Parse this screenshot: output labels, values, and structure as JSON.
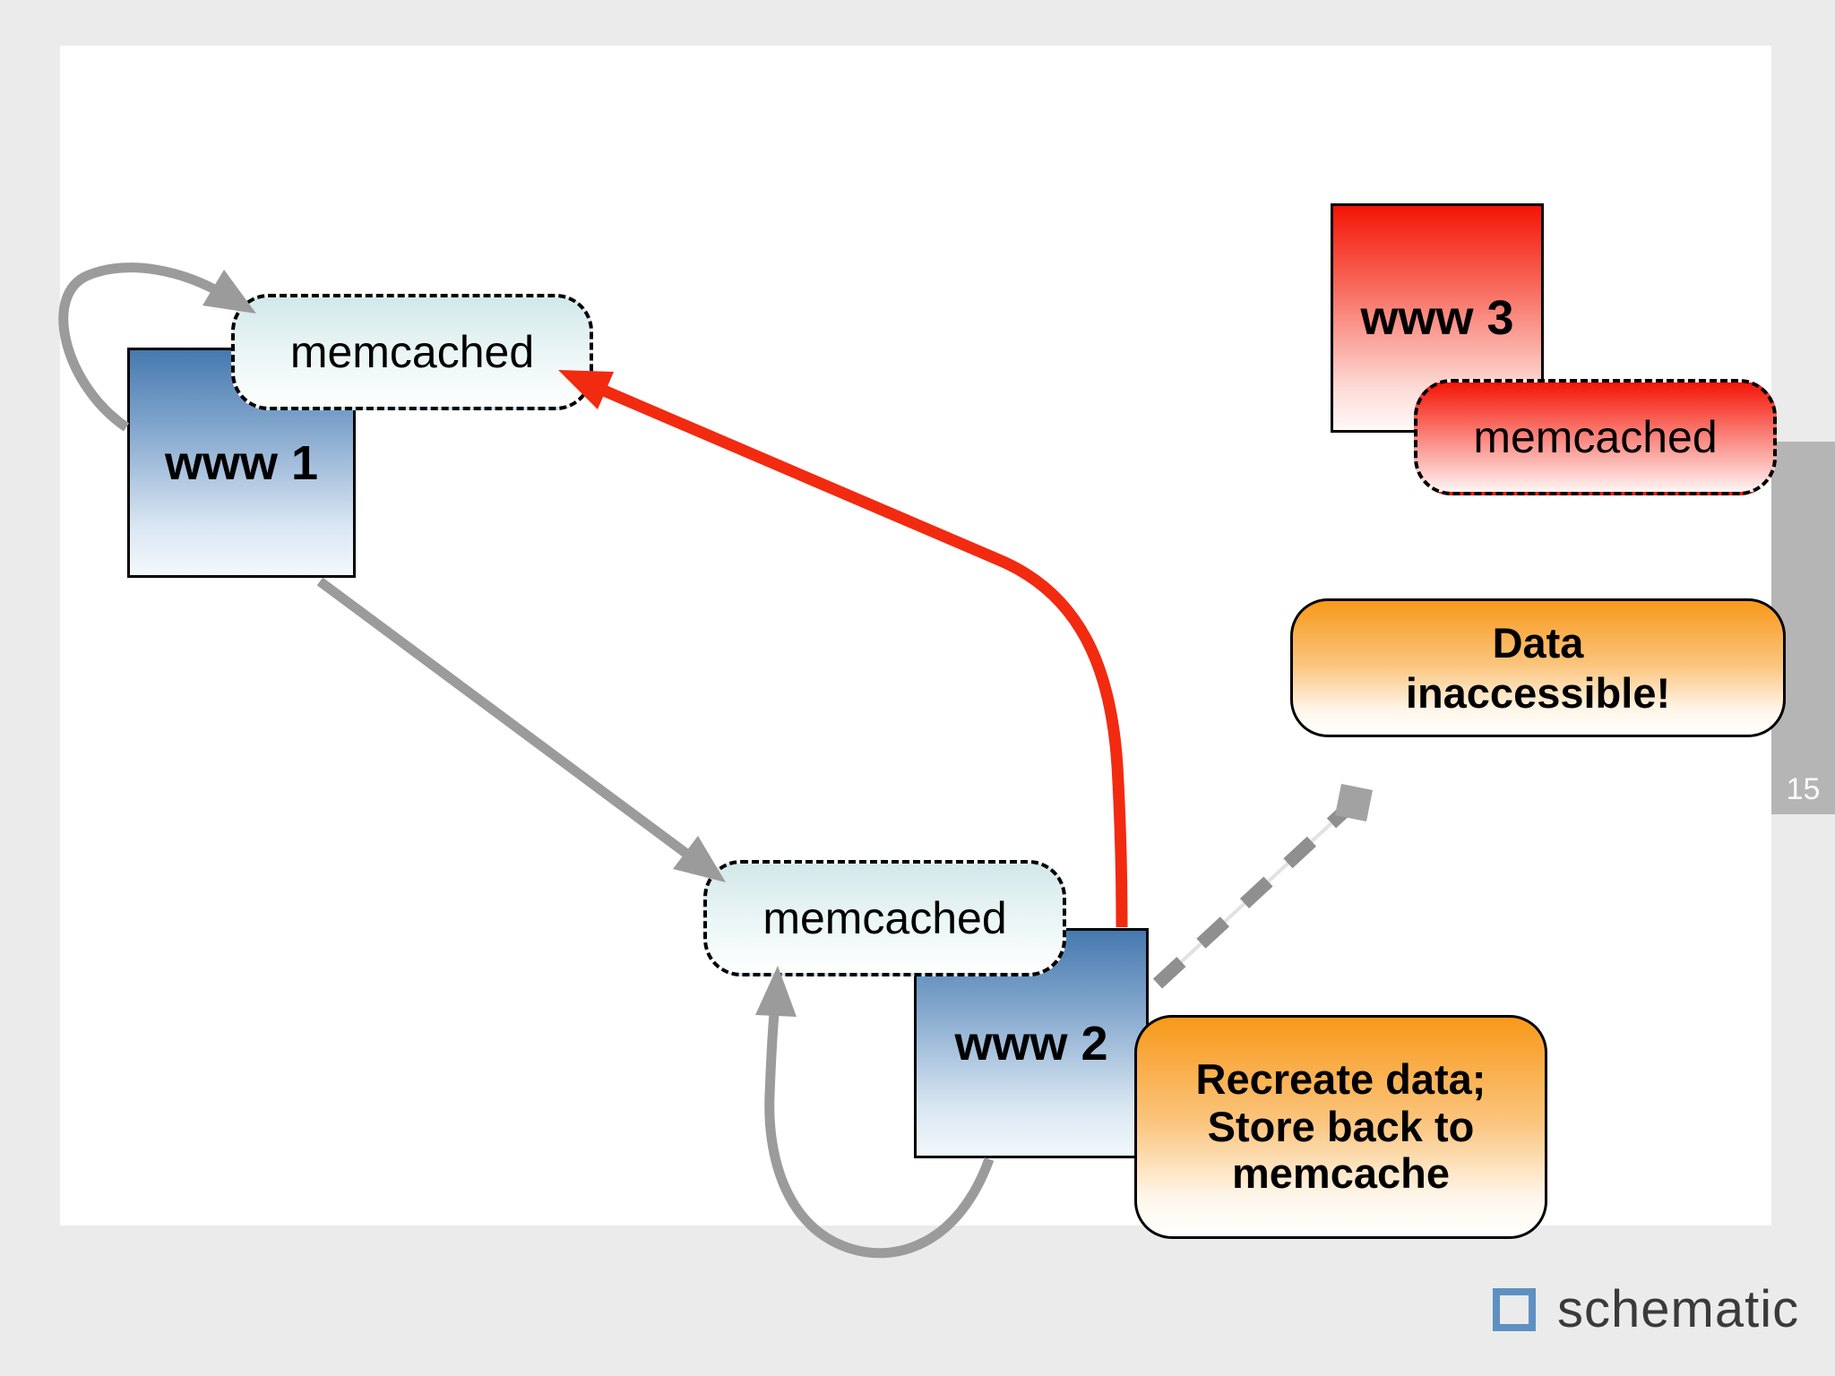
{
  "slide": {
    "page_number": "15",
    "background_color": "#ffffff",
    "page_background_color": "#ebebeb",
    "tab_color": "#b5b5b5"
  },
  "nodes": {
    "www1": {
      "label": "www 1",
      "type": "web-server",
      "status_color": "#4679af"
    },
    "memcached1": {
      "label": "memcached",
      "type": "cache",
      "status_color": "#d2e8ea"
    },
    "www2": {
      "label": "www 2",
      "type": "web-server",
      "status_color": "#4679af"
    },
    "memcached2": {
      "label": "memcached",
      "type": "cache",
      "status_color": "#d2e8ea"
    },
    "www3": {
      "label": "www 3",
      "type": "web-server-failed",
      "status_color": "#f41505"
    },
    "memcached3": {
      "label": "memcached",
      "type": "cache-failed",
      "status_color": "#f41505"
    }
  },
  "callouts": {
    "data_inaccessible": {
      "lines": [
        "Data",
        "inaccessible!"
      ],
      "color": "#f8991a"
    },
    "recreate": {
      "lines": [
        "Recreate data;",
        "Store back to",
        "memcache"
      ],
      "color": "#f8991a"
    }
  },
  "arrows": [
    {
      "name": "www1-self-to-memcached1",
      "style": "solid",
      "color": "#9b9b9b"
    },
    {
      "name": "www1-to-memcached2",
      "style": "solid",
      "color": "#9b9b9b"
    },
    {
      "name": "www2-to-memcached1-miss",
      "style": "solid",
      "color": "#f22a10"
    },
    {
      "name": "www2-loop-to-memcached2",
      "style": "solid",
      "color": "#9b9b9b"
    },
    {
      "name": "www2-to-failed-node",
      "style": "dashed",
      "color": "#8f8f8f"
    }
  ],
  "logo": {
    "text": "schematic",
    "square_color": "#5e91c1"
  }
}
